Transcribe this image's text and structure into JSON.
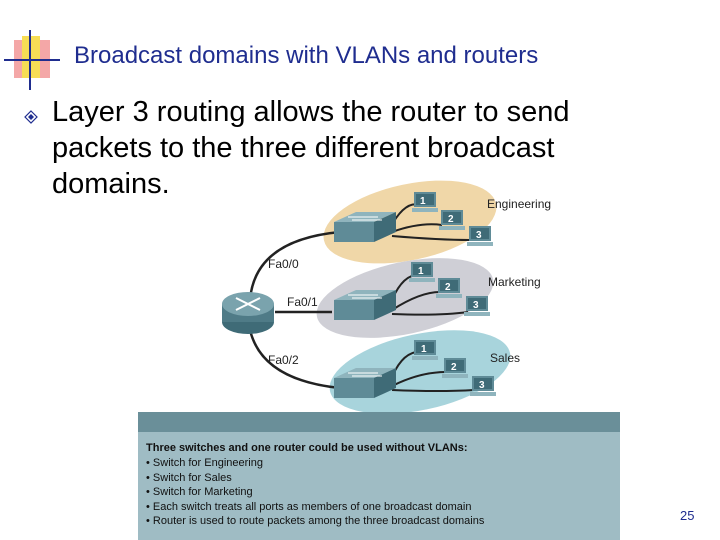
{
  "slide": {
    "title": "Broadcast domains with VLANs and routers",
    "bullet": "Layer 3 routing allows the router to send packets to the three different broadcast domains.",
    "page_number": "25"
  },
  "diagram": {
    "groups": [
      {
        "label": "Engineering",
        "color": "#f0d7a8",
        "pcs": [
          "1",
          "2",
          "3"
        ]
      },
      {
        "label": "Marketing",
        "color": "#cfcfd6",
        "pcs": [
          "1",
          "2",
          "3"
        ]
      },
      {
        "label": "Sales",
        "color": "#a8d4dc",
        "pcs": [
          "1",
          "2",
          "3"
        ]
      }
    ],
    "interfaces": [
      "Fa0/0",
      "Fa0/1",
      "Fa0/2"
    ]
  },
  "note": {
    "title": "Three switches and one router could be used without VLANs:",
    "items": [
      "Switch for Engineering",
      "Switch for Sales",
      "Switch for Marketing",
      "Each switch treats all ports as members of one broadcast domain",
      "Router is used to route packets among the three broadcast domains"
    ]
  },
  "colors": {
    "title": "#1f2d8f",
    "note_background": "#9fbcc4",
    "note_header": "#6a8f99",
    "router": "#5f8b97"
  }
}
